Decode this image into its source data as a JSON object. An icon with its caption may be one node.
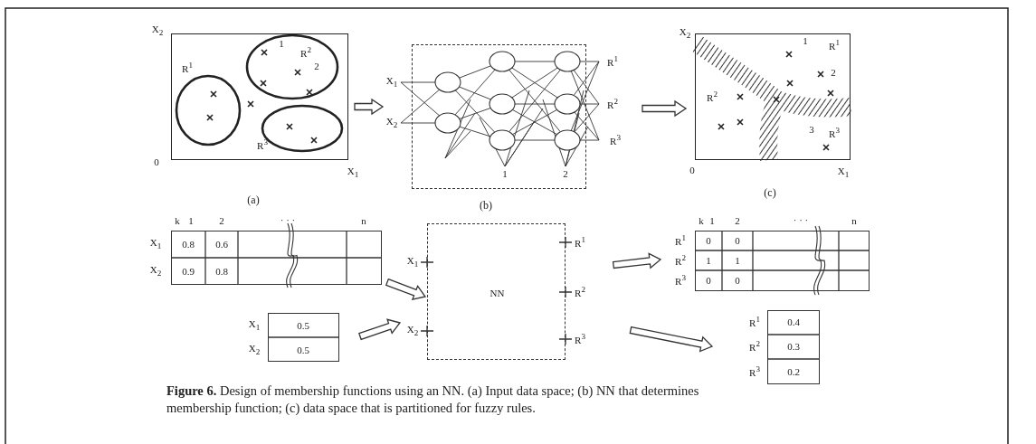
{
  "diagram": {
    "caption": "**Figure 6.** Design of membership functions using an NN. (a) Input data space; (b) NN that determines membership function; (c) data space that is partitioned for fuzzy rules.",
    "nodes": [
      {
        "text": [],
        "shape": "box",
        "beside": [
          "(a)"
        ]
      },
      {
        "text": [],
        "shape": "box",
        "beside": [
          "(b)"
        ]
      },
      {
        "text": [],
        "shape": "box",
        "beside": [
          "(c)"
        ]
      },
      {
        "text": [],
        "shape": "box"
      },
      {
        "text": [],
        "shape": "box"
      },
      {
        "text": [
          "NN"
        ]
      },
      {
        "text": [],
        "shape": "box"
      },
      {
        "text": [],
        "shape": "box"
      }
    ],
    "edges": [
      {
        "from": 0,
        "to": 1,
        "arrow": "to"
      },
      {
        "from": 1,
        "to": 2,
        "arrow": "to"
      },
      {
        "from": 3,
        "to": 5,
        "arrow": "to"
      },
      {
        "from": 4,
        "to": 5,
        "arrow": "to"
      },
      {
        "from": 5,
        "to": 6,
        "arrow": "to"
      },
      {
        "from": 5,
        "to": 7,
        "arrow": "to"
      }
    ],
    "labels": [
      "X$_{2}$",
      "R$^{1}$",
      "1",
      "R$^{2}$",
      "2",
      "R$^{3}$",
      "0",
      "X$_{1}$",
      "X$_{1}$",
      "X$_{2}$",
      "R$^{1}$",
      "R$^{2}$",
      "R$^{3}$",
      "1",
      "2",
      "X$_{2}$",
      "1",
      "R$^{1}$",
      "2",
      "R$^{2}$",
      "3",
      "R$^{3}$",
      "0",
      "X$_{1}$",
      "k",
      "1",
      "2",
      "· · ·",
      "n",
      "X$_{1}$",
      "0.8",
      "0.6",
      "X$_{2}$",
      "0.9",
      "0.8",
      "X$_{1}$",
      "0.5",
      "X$_{2}$",
      "0.5",
      "X$_{1}$",
      "X$_{2}$",
      "R$^{1}$",
      "R$^{2}$",
      "R$^{3}$",
      "k",
      "1",
      "2",
      "· · ·",
      "n",
      "R$^{1}$",
      "0",
      "0",
      "R$^{2}$",
      "1",
      "1",
      "R$^{3}$",
      "0",
      "0",
      "R$^{1}$",
      "0.4",
      "R$^{2}$",
      "0.3",
      "R$^{3}$",
      "0.2"
    ]
  }
}
